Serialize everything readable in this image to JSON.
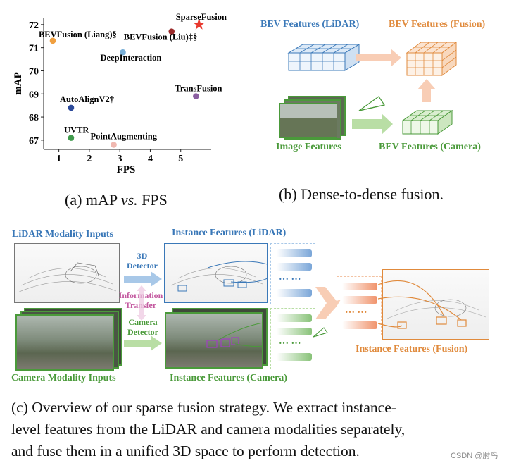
{
  "panel_a": {
    "chart_data": {
      "type": "scatter",
      "title": "",
      "xlabel": "FPS",
      "ylabel": "mAP",
      "xlim": [
        0.5,
        6.0
      ],
      "ylim": [
        66.6,
        72.3
      ],
      "xticks": [
        "1",
        "2",
        "3",
        "4",
        "5"
      ],
      "yticks": [
        "67",
        "68",
        "69",
        "70",
        "71",
        "72"
      ],
      "grid": false,
      "points": [
        {
          "label": "SparseFusion",
          "x": 5.6,
          "y": 72.0,
          "color": "#e8392e",
          "marker": "star"
        },
        {
          "label": "BEVFusion (Liang)§",
          "x": 0.8,
          "y": 71.3,
          "color": "#f0a040",
          "marker": "circle"
        },
        {
          "label": "BEVFusion (Liu)‡§",
          "x": 4.7,
          "y": 71.7,
          "color": "#9b2a2a",
          "marker": "circle"
        },
        {
          "label": "DeepInteraction",
          "x": 3.1,
          "y": 70.8,
          "color": "#7ab0d8",
          "marker": "circle"
        },
        {
          "label": "TransFusion",
          "x": 5.5,
          "y": 68.9,
          "color": "#8a5ea0",
          "marker": "circle"
        },
        {
          "label": "AutoAlignV2†",
          "x": 1.4,
          "y": 68.4,
          "color": "#2c4a9a",
          "marker": "circle"
        },
        {
          "label": "UVTR",
          "x": 1.4,
          "y": 67.1,
          "color": "#3f9a4c",
          "marker": "circle"
        },
        {
          "label": "PointAugmenting",
          "x": 2.8,
          "y": 66.8,
          "color": "#f0b8b0",
          "marker": "circle"
        }
      ]
    },
    "caption_prefix": "(a) mAP ",
    "caption_italic": "vs.",
    "caption_suffix": " FPS"
  },
  "panel_b": {
    "bev_lidar": "BEV Features (LiDAR)",
    "bev_fusion": "BEV Features (Fusion)",
    "image_features": "Image Features",
    "bev_camera": "BEV Features (Camera)",
    "caption": "(b) Dense-to-dense fusion."
  },
  "panel_c": {
    "lidar_inputs": "LiDAR Modality Inputs",
    "inst_lidar": "Instance Features (LiDAR)",
    "detector_3d": "3D\nDetector",
    "info_transfer": "Information\nTransfer",
    "camera_detector": "Camera\nDetector",
    "camera_inputs": "Camera Modality Inputs",
    "inst_camera": "Instance Features (Camera)",
    "inst_fusion": "Instance Features (Fusion)",
    "dots": "… …",
    "caption_line1": "(c) Overview of our sparse fusion strategy.  We extract instance-",
    "caption_line2": "level features from the LiDAR and camera modalities separately,",
    "caption_line3": "and fuse them in a unified 3D space to perform detection."
  },
  "watermark": "CSDN @肘鸟",
  "colors": {
    "lidar": "#3a78b8",
    "fusion": "#e08a3c",
    "camera": "#4a9a3a",
    "transfer": "#c45aa0"
  }
}
